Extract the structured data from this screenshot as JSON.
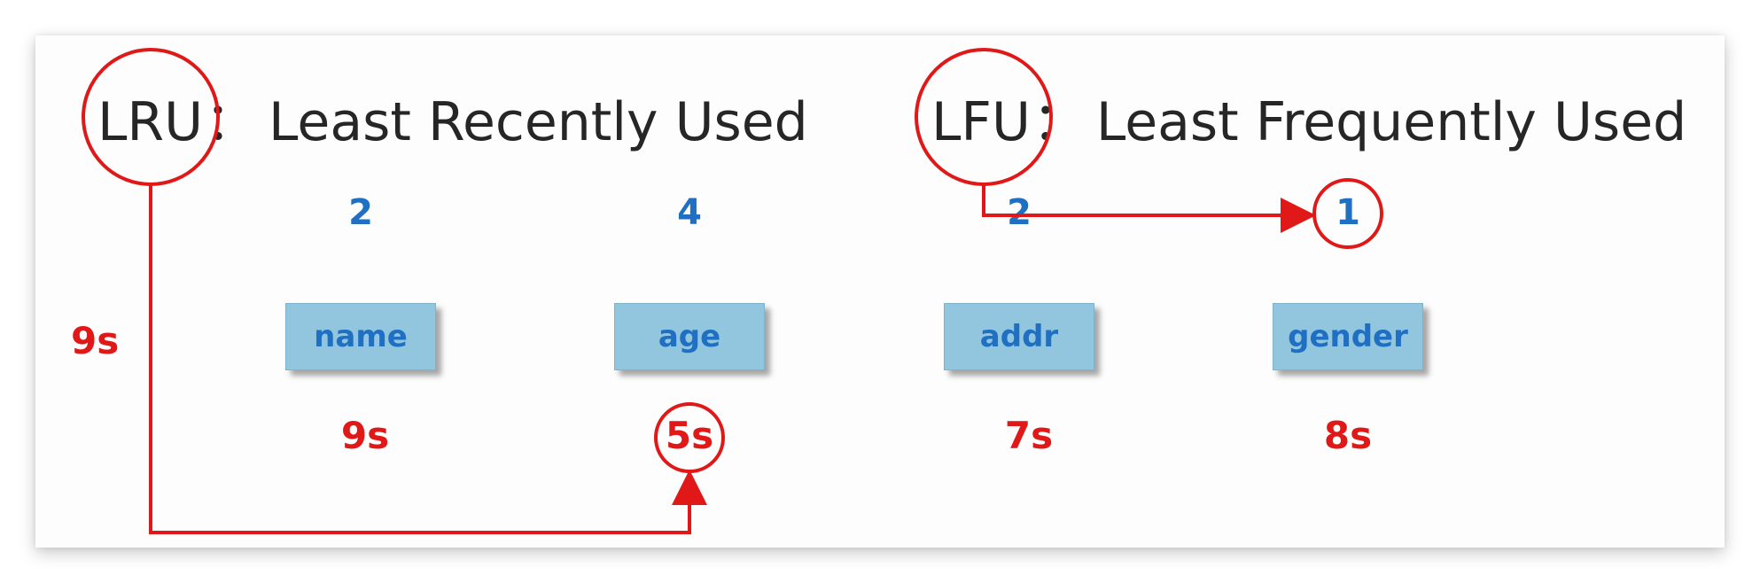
{
  "headings": {
    "lru": {
      "abbr": "LRU",
      "sep": "：",
      "full": "Least Recently Used"
    },
    "lfu": {
      "abbr": "LFU",
      "sep": "：",
      "full": "Least Frequently Used"
    }
  },
  "side_label": "9s",
  "items": [
    {
      "key": "name",
      "count": "2",
      "time": "9s"
    },
    {
      "key": "age",
      "count": "4",
      "time": "5s"
    },
    {
      "key": "addr",
      "count": "2",
      "time": "7s"
    },
    {
      "key": "gender",
      "count": "1",
      "time": "8s"
    }
  ],
  "colors": {
    "accent_red": "#e01818",
    "count_blue": "#1f6fc2",
    "box_fill": "#92c5de"
  }
}
